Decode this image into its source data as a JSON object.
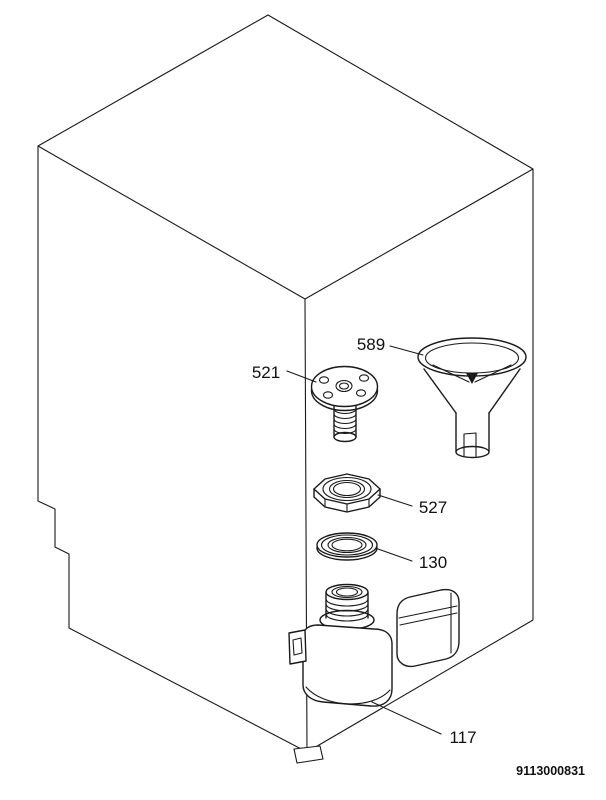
{
  "figure": {
    "type": "exploded-parts-diagram",
    "colors": {
      "background": "#ffffff",
      "line": "#1a1a1a",
      "label": "#111111"
    },
    "callouts": [
      {
        "label": "521"
      },
      {
        "label": "589"
      },
      {
        "label": "527"
      },
      {
        "label": "130"
      },
      {
        "label": "117"
      }
    ],
    "doc_number": "9113000831"
  }
}
